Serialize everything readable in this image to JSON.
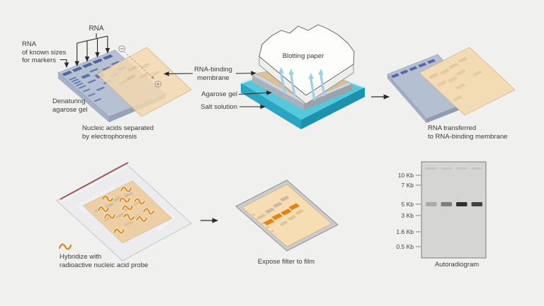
{
  "diagram_title_hint": "Northern blot workflow",
  "step1": {
    "rna_label": "RNA",
    "marker_label": "RNA\nof known sizes\nfor markers",
    "gel_label": "Denaturing\nagarose gel",
    "caption": "Nucleic acids separated\nby electrophoresis",
    "electrodes": {
      "cathode_symbol": "−",
      "anode_symbol": "+"
    }
  },
  "step2": {
    "blotting_paper_label": "Blotting paper",
    "membrane_label": "RNA-binding\nmembrane",
    "agarose_label": "Agarose gel",
    "salt_label": "Salt solution"
  },
  "step3": {
    "caption": "RNA transferred\nto RNA-binding membrane"
  },
  "step4": {
    "caption": "Hybridize with\nradioactive nucleic acid probe"
  },
  "step5": {
    "caption": "Expose filter to film"
  },
  "autoradiogram": {
    "caption": "Autoradiogram",
    "ticks": [
      {
        "label": "10 Kb"
      },
      {
        "label": "7 Kb"
      },
      {
        "label": "5 Kb"
      },
      {
        "label": "3 Kb"
      },
      {
        "label": "1.6 Kb"
      },
      {
        "label": "0.5 Kb"
      }
    ],
    "lanes": [
      {
        "name": "lane-1",
        "band_kb": 5,
        "intensity": "faint"
      },
      {
        "name": "lane-2",
        "band_kb": 5,
        "intensity": "medium"
      },
      {
        "name": "lane-3",
        "band_kb": 5,
        "intensity": "strong"
      },
      {
        "name": "lane-4",
        "band_kb": 5,
        "intensity": "strong"
      }
    ]
  },
  "colors": {
    "background": "#f0f0ee",
    "gel_blue": "#b7c1d4",
    "gel_band_blue": "#6377b1",
    "membrane_tan": "#f2d8ae",
    "salt_teal": "#2fb0ca",
    "probe_orange": "#e8861a",
    "film_band_orange": "#e8820f",
    "arrow_black": "#2a2a2a"
  }
}
